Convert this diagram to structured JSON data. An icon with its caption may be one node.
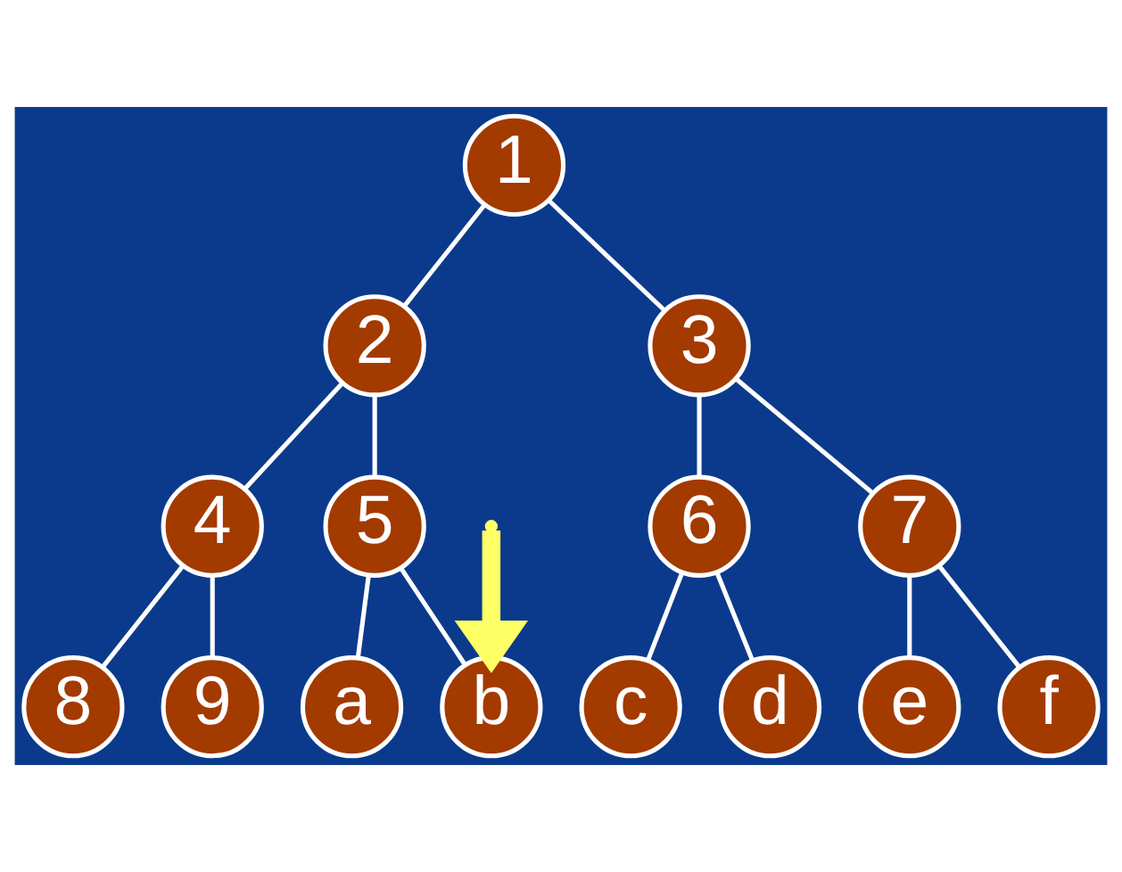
{
  "diagram": {
    "nodes": [
      {
        "text": [
          "1"
        ]
      },
      {
        "text": [
          "2"
        ]
      },
      {
        "text": [
          "3"
        ]
      },
      {
        "text": [
          "4"
        ]
      },
      {
        "text": [
          "5"
        ]
      },
      {
        "text": [
          "6"
        ]
      },
      {
        "text": [
          "7"
        ]
      },
      {
        "text": [
          "8"
        ]
      },
      {
        "text": [
          "9"
        ]
      },
      {
        "text": [
          "a"
        ]
      },
      {
        "text": [
          "b"
        ]
      },
      {
        "text": [
          "c"
        ]
      },
      {
        "text": [
          "d"
        ]
      },
      {
        "text": [
          "e"
        ]
      },
      {
        "text": [
          "f"
        ]
      }
    ],
    "edges": [
      {
        "from": 0,
        "to": 1,
        "arrow": "none"
      },
      {
        "from": 0,
        "to": 2,
        "arrow": "none"
      },
      {
        "from": 1,
        "to": 3,
        "arrow": "none"
      },
      {
        "from": 1,
        "to": 4,
        "arrow": "none"
      },
      {
        "from": 2,
        "to": 5,
        "arrow": "none"
      },
      {
        "from": 2,
        "to": 6,
        "arrow": "none"
      },
      {
        "from": 3,
        "to": 7,
        "arrow": "none"
      },
      {
        "from": 3,
        "to": 8,
        "arrow": "none"
      },
      {
        "from": 4,
        "to": 9,
        "arrow": "none"
      },
      {
        "from": 4,
        "to": 10,
        "arrow": "none"
      },
      {
        "from": 5,
        "to": 11,
        "arrow": "none"
      },
      {
        "from": 5,
        "to": 12,
        "arrow": "none"
      },
      {
        "from": 6,
        "to": 13,
        "arrow": "none"
      },
      {
        "from": 6,
        "to": 14,
        "arrow": "none"
      },
      {
        "from": null,
        "to": 10,
        "arrow": "to",
        "style": "thick",
        "color": "#ffff66"
      }
    ]
  }
}
